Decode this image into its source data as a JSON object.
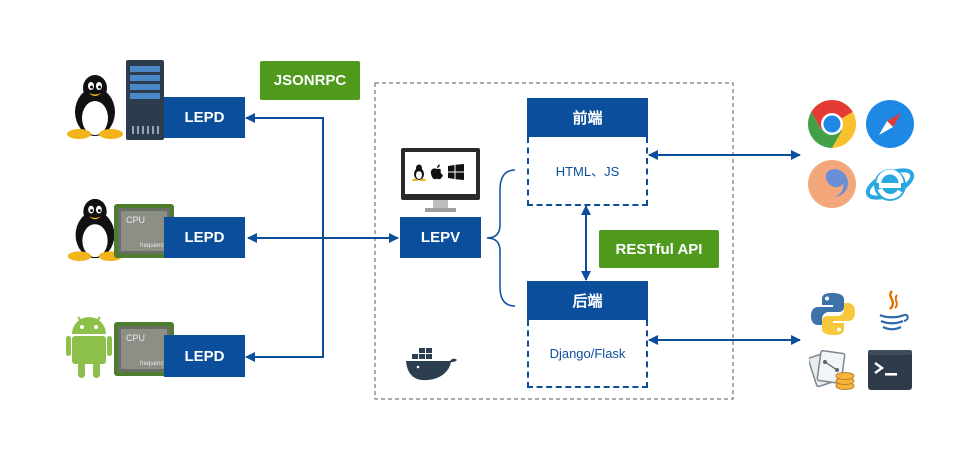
{
  "lepd_nodes": [
    {
      "label": "LEPD",
      "platform": "linux-server"
    },
    {
      "label": "LEPD",
      "platform": "linux-cpu"
    },
    {
      "label": "LEPD",
      "platform": "android-cpu"
    }
  ],
  "cpu_chip": {
    "text": "CPU",
    "subtext": "frequency"
  },
  "protocol_label": "JSONRPC",
  "lepv": {
    "label": "LEPV",
    "os_icons": [
      "linux-icon",
      "apple-icon",
      "windows-icon"
    ]
  },
  "frontend": {
    "title": "前端",
    "content": "HTML、JS"
  },
  "backend": {
    "title": "后端",
    "content": "Django/Flask"
  },
  "api_label": "RESTful API",
  "browsers": [
    "chrome-icon",
    "safari-icon",
    "firefox-icon",
    "ie-icon"
  ],
  "backend_tech": [
    "python-icon",
    "java-icon",
    "database-icon",
    "terminal-icon"
  ],
  "container_icon": "docker-icon",
  "colors": {
    "primary_blue": "#0b4f9c",
    "green": "#4f9a1c",
    "line": "#0b4f9c"
  }
}
